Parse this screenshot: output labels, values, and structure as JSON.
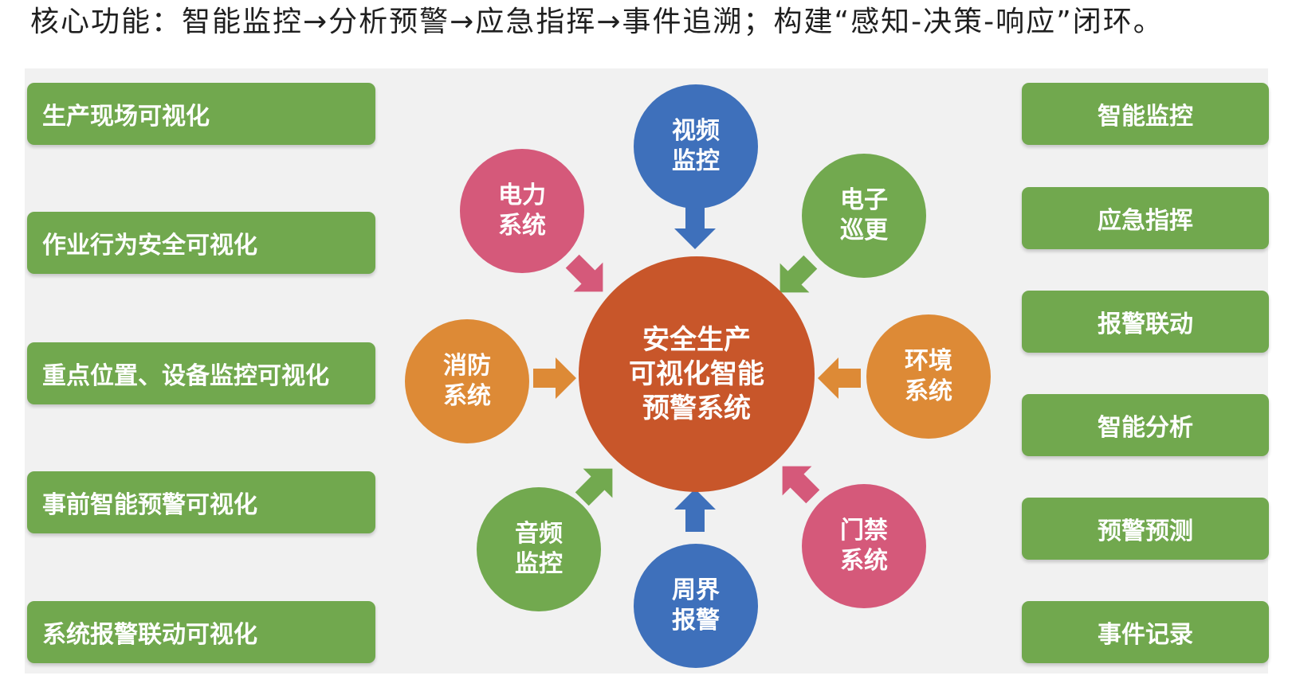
{
  "heading": "核心功能：智能监控→分析预警→应急指挥→事件追溯；构建“感知-决策-响应”闭环。",
  "left_boxes": [
    "生产现场可视化",
    "作业行为安全可视化",
    "重点位置、设备监控可视化",
    "事前智能预警可视化",
    "系统报警联动可视化"
  ],
  "right_boxes": [
    "智能监控",
    "应急指挥",
    "报警联动",
    "智能分析",
    "预警预测",
    "事件记录"
  ],
  "center": [
    "安全生产",
    "可视化智能",
    "预警系统"
  ],
  "nodes": {
    "video": [
      "视频",
      "监控"
    ],
    "patrol": [
      "电子",
      "巡更"
    ],
    "environment": [
      "环境",
      "系统"
    ],
    "access": [
      "门禁",
      "系统"
    ],
    "perimeter": [
      "周界",
      "报警"
    ],
    "audio": [
      "音频",
      "监控"
    ],
    "fire": [
      "消防",
      "系统"
    ],
    "power": [
      "电力",
      "系统"
    ]
  },
  "colors": {
    "green_box": "#71a84e",
    "center": "#c8562a",
    "blue": "#3e70bb",
    "green": "#72a94f",
    "orange": "#dd8a36",
    "pink": "#d5597a",
    "panel": "#f1f1f1"
  }
}
